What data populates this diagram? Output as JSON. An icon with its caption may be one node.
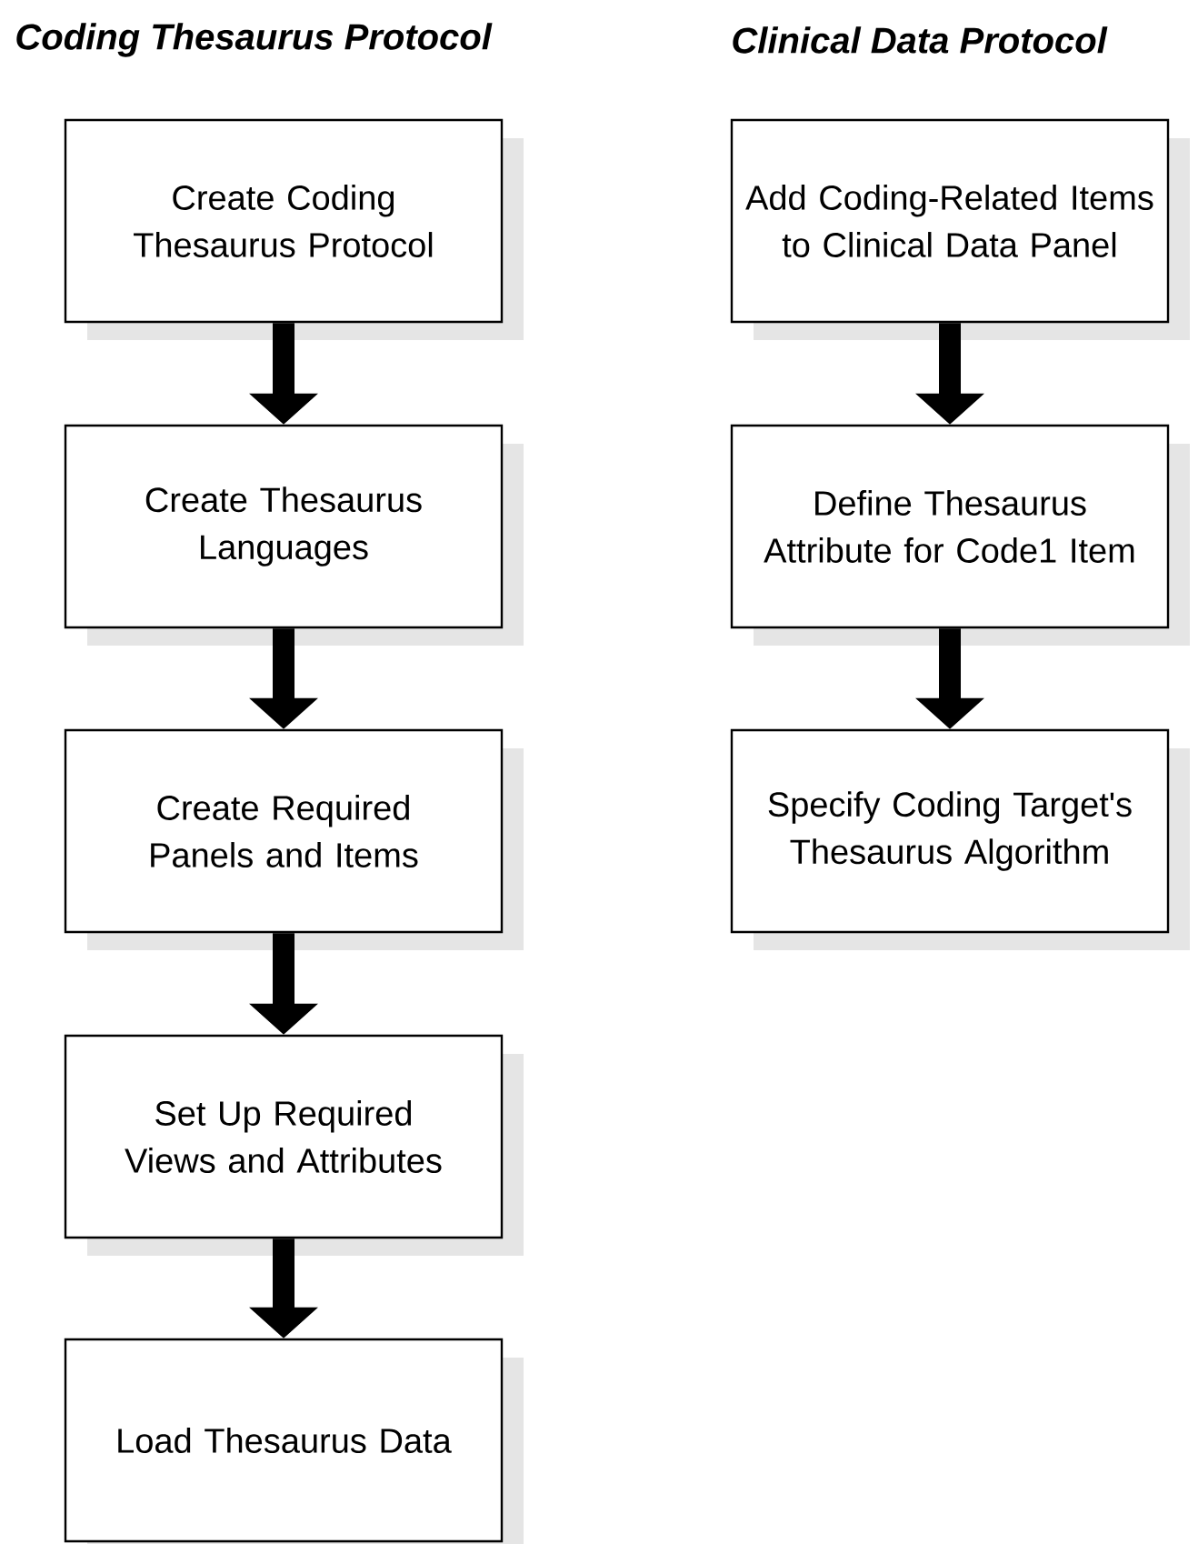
{
  "diagram": {
    "nodes": [
      {
        "text": [
          "Create Coding Thesaurus Protocol"
        ]
      },
      {
        "text": [
          "Create Thesaurus Languages"
        ]
      },
      {
        "text": [
          "Create Required Panels and Items"
        ]
      },
      {
        "text": [
          "Set Up Required Views and Attributes"
        ]
      },
      {
        "text": [
          "Load Thesaurus Data"
        ]
      },
      {
        "text": [
          "Add Coding-Related Items to Clinical Data Panel"
        ]
      },
      {
        "text": [
          "Define Thesaurus Attribute for Code1 Item"
        ]
      },
      {
        "text": [
          "Specify Coding Target's Thesaurus Algorithm"
        ]
      }
    ],
    "edges": [
      {
        "from": 0,
        "to": 1,
        "arrow": "to"
      },
      {
        "from": 1,
        "to": 2,
        "arrow": "to"
      },
      {
        "from": 2,
        "to": 3,
        "arrow": "to"
      },
      {
        "from": 3,
        "to": 4,
        "arrow": "to"
      },
      {
        "from": 5,
        "to": 6,
        "arrow": "to"
      },
      {
        "from": 6,
        "to": 7,
        "arrow": "to"
      }
    ],
    "labels": [
      "Coding Thesaurus Protocol",
      "Clinical Data Protocol"
    ]
  }
}
